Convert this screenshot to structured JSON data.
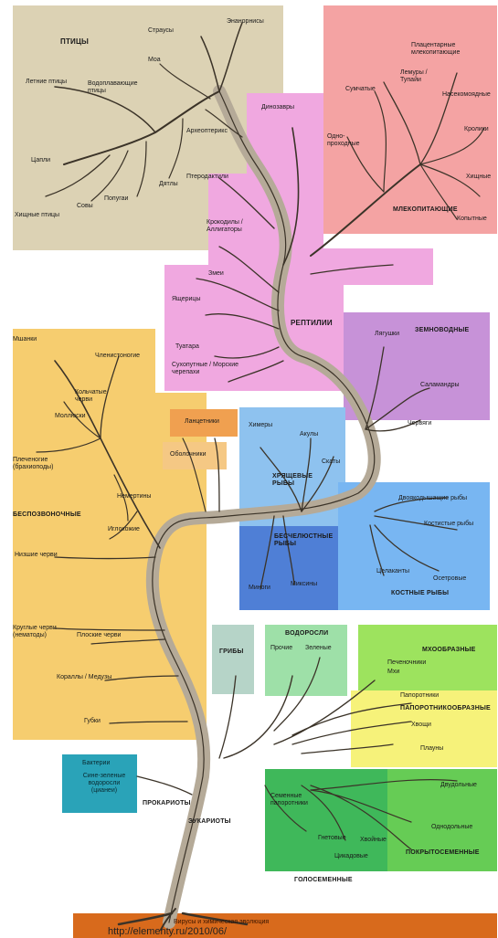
{
  "colors": {
    "birds": "#dcd2b4",
    "mammals": "#f4a3a3",
    "reptiles": "#f0a8e0",
    "amphibians": "#c792d8",
    "cartilaginous": "#8ec2ef",
    "jawless": "#4f7fd6",
    "bony": "#78b6f2",
    "invertebrates": "#f6cd6f",
    "lancelets": "#f0a050",
    "tunicates": "#f5c884",
    "fungi": "#b6d4c8",
    "algae": "#9ee0a8",
    "bryophytes": "#9de35e",
    "ferns": "#f6f27a",
    "prokaryotes": "#2aa3b8",
    "gymnosperms": "#3fb85a",
    "angiosperms": "#66cc55",
    "base": "#d86a1c",
    "trunk": "#b5aa98",
    "outline": "#3b3328"
  },
  "labels": {
    "birds": {
      "group": "ПТИЦЫ",
      "ostriches": "Страусы",
      "moa": "Моа",
      "enantiornithes": "Энанорнисы",
      "flightless": "Летние птицы",
      "waterfowl": "Водоплавающие птицы",
      "archaeopteryx": "Археоптерикс",
      "herons": "Цапли",
      "raptors": "Хищные птицы",
      "owls": "Совы",
      "parrots": "Попугаи",
      "diatryma": "Дятлы"
    },
    "mammals": {
      "group": "МЛЕКОПИТАЮЩИЕ",
      "placental": "Плацентарные млекопитающие",
      "lemurs": "Лемуры / Тупайи",
      "marsupials": "Сумчатые",
      "insectivores": "Насекомоядные",
      "rabbits": "Кролики",
      "monotremes": "Одно-проходные",
      "carnivores": "Хищные",
      "ungulates": "Копытные"
    },
    "reptiles": {
      "group": "РЕПТИЛИИ",
      "dinosaurs": "Динозавры",
      "pterodactyls": "Птеродактили",
      "crocodiles": "Крокодилы / Аллигаторы",
      "snakes": "Змеи",
      "lizards": "Ящерицы",
      "tuatara": "Туатара",
      "turtles": "Сухопутные / Морские черепахи"
    },
    "amphibians": {
      "group": "ЗЕМНОВОДНЫЕ",
      "frogs": "Лягушки",
      "salamanders": "Саламандры",
      "caecilians": "Червяги"
    },
    "invertebrates": {
      "group": "БЕСПОЗВОНОЧНЫЕ",
      "insects": "Мшанки",
      "echinoderms": "Членистоногие",
      "annelids": "Кольчатые черви",
      "mollusks": "Моллюски",
      "brachiopods": "Плеченогие (брахиоподы)",
      "nemerteans": "Немертины",
      "echinoderms2": "Иглокожие",
      "lowerworms": "Низшие черви",
      "roundworms": "Круглые черви (нематоды)",
      "flatworms": "Плоские черви",
      "corals": "Кораллы / Медузы",
      "sponges": "Губки"
    },
    "chordates": {
      "lancelets": "Ланцетники",
      "tunicates": "Оболочники"
    },
    "fish": {
      "chimaeras": "Химеры",
      "sharks": "Акулы",
      "rays": "Скаты",
      "cartilaginous_group": "ХРЯЩЕВЫЕ РЫБЫ",
      "jawless_group": "БЕСЧЕЛЮСТНЫЕ РЫБЫ",
      "hagfish": "Миноги",
      "lampreys": "Миксины",
      "lungfish": "Двоякодышащие рыбы",
      "bonyfish": "Костистые рыбы",
      "coelacanths": "Целаканты",
      "sturgeons": "Осетровые",
      "bony_group": "КОСТНЫЕ РЫБЫ"
    },
    "fungi": {
      "group": "ГРИБЫ"
    },
    "algae": {
      "group": "ВОДОРОСЛИ",
      "other": "Прочие",
      "green": "Зеленые"
    },
    "bryophytes": {
      "group": "МХООБРАЗНЫЕ",
      "liverworts": "Печеночники",
      "mosses": "Мхи"
    },
    "ferns": {
      "group": "ПАПОРОТНИКООБРАЗНЫЕ",
      "ferns": "Папоротники",
      "horsetails": "Хвощи",
      "clubmosses": "Плауны"
    },
    "prokaryotes": {
      "bacteria": "Бактерии",
      "cyanobacteria": "Сине-зеленые водоросли (цианеи)",
      "group": "ПРОКАРИОТЫ"
    },
    "eukaryotes": {
      "group": "ЭУКАРИОТЫ"
    },
    "gymnosperms": {
      "seedferns": "Семенные папоротники",
      "gnetophytes": "Гнетовые",
      "conifers": "Хвойные",
      "cycads": "Цикадовые",
      "group": "ГОЛОСЕМЕННЫЕ"
    },
    "angiosperms": {
      "dicots": "Двудольные",
      "monocots": "Однодольные",
      "group": "ПОКРЫТОСЕМЕННЫЕ"
    },
    "base": {
      "text": "Вирусы и химическая эволюция"
    }
  },
  "caption": "http://elementy.ru/2010/06/"
}
